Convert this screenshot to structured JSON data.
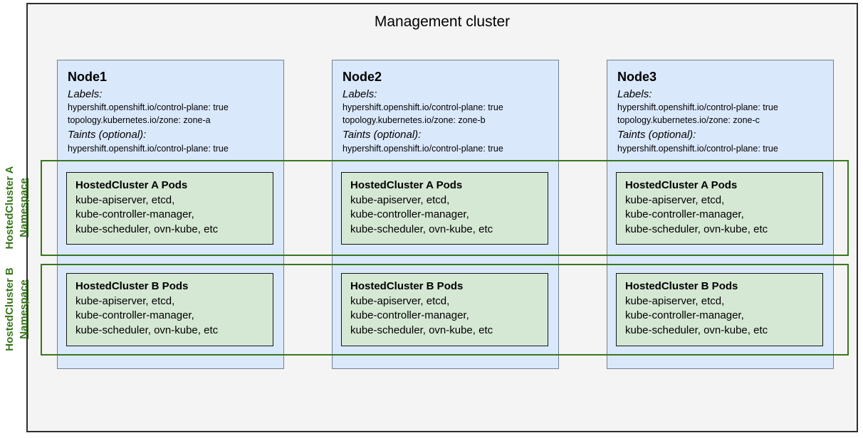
{
  "title": "Management cluster",
  "colors": {
    "management_box_fill": "#f4f4f4",
    "management_box_border": "#2e2e2e",
    "node_fill": "#dae8fc",
    "node_border": "#72808d",
    "pod_fill": "#d5e8d4",
    "pod_border": "#141414",
    "namespace_accent": "#38761d"
  },
  "namespaces": [
    {
      "label_line1": "HostedCluster A",
      "label_line2": "Namespace"
    },
    {
      "label_line1": "HostedCluster B",
      "label_line2": "Namespace"
    }
  ],
  "nodes": [
    {
      "name": "Node1",
      "labels_heading": "Labels:",
      "labels": [
        "hypershift.openshift.io/control-plane: true",
        "topology.kubernetes.io/zone: zone-a"
      ],
      "taints_heading": "Taints (optional):",
      "taints": [
        "hypershift.openshift.io/control-plane: true"
      ],
      "pods": [
        {
          "title": "HostedCluster A Pods",
          "lines": [
            "kube-apiserver, etcd,",
            "kube-controller-manager,",
            "kube-scheduler, ovn-kube, etc"
          ]
        },
        {
          "title": "HostedCluster B Pods",
          "lines": [
            "kube-apiserver, etcd,",
            "kube-controller-manager,",
            "kube-scheduler, ovn-kube, etc"
          ]
        }
      ]
    },
    {
      "name": "Node2",
      "labels_heading": "Labels:",
      "labels": [
        "hypershift.openshift.io/control-plane: true",
        "topology.kubernetes.io/zone: zone-b"
      ],
      "taints_heading": "Taints (optional):",
      "taints": [
        "hypershift.openshift.io/control-plane: true"
      ],
      "pods": [
        {
          "title": "HostedCluster A Pods",
          "lines": [
            "kube-apiserver, etcd,",
            "kube-controller-manager,",
            "kube-scheduler, ovn-kube, etc"
          ]
        },
        {
          "title": "HostedCluster B Pods",
          "lines": [
            "kube-apiserver, etcd,",
            "kube-controller-manager,",
            "kube-scheduler, ovn-kube, etc"
          ]
        }
      ]
    },
    {
      "name": "Node3",
      "labels_heading": "Labels:",
      "labels": [
        "hypershift.openshift.io/control-plane: true",
        "topology.kubernetes.io/zone: zone-c"
      ],
      "taints_heading": "Taints (optional):",
      "taints": [
        "hypershift.openshift.io/control-plane: true"
      ],
      "pods": [
        {
          "title": "HostedCluster A Pods",
          "lines": [
            "kube-apiserver, etcd,",
            "kube-controller-manager,",
            "kube-scheduler, ovn-kube, etc"
          ]
        },
        {
          "title": "HostedCluster B Pods",
          "lines": [
            "kube-apiserver, etcd,",
            "kube-controller-manager,",
            "kube-scheduler, ovn-kube, etc"
          ]
        }
      ]
    }
  ]
}
